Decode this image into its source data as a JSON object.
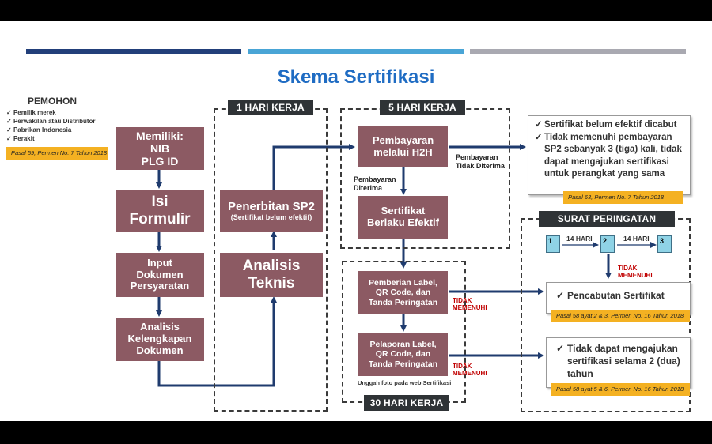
{
  "title": "Skema Sertifikasi",
  "colors": {
    "stripe1": "#223f7a",
    "stripe2": "#49a5d6",
    "stripe3": "#a9a9b1",
    "box": "#8c5a63",
    "arrow": "#1f3b6e",
    "pasal": "#f4b122"
  },
  "pemohon": {
    "heading": "PEMOHON",
    "items": [
      "Pemilik merek",
      "Perwakilan atau Distributor",
      "Pabrikan Indonesia",
      "Perakit"
    ],
    "pasal": "Pasal 59, Permen No. 7 Tahun 2018"
  },
  "columns": {
    "col1": "1 HARI KERJA",
    "col2": "5 HARI KERJA",
    "col3": "30 HARI KERJA",
    "warning": "SURAT PERINGATAN"
  },
  "boxes": {
    "memiliki": [
      "Memiliki:",
      "NIB",
      "PLG ID"
    ],
    "isi": [
      "Isi",
      "Formulir"
    ],
    "input": [
      "Input",
      "Dokumen",
      "Persyaratan"
    ],
    "analisis_kelengkapan": [
      "Analisis",
      "Kelengkapan",
      "Dokumen"
    ],
    "analisis_teknis": [
      "Analisis",
      "Teknis"
    ],
    "penerbitan": {
      "main": "Penerbitan SP2",
      "sub": "(Sertifikat belum efektif)"
    },
    "pembayaran": [
      "Pembayaran",
      "melalui H2H"
    ],
    "sertifikat": [
      "Sertifikat",
      "Berlaku Efektif"
    ],
    "pemberian": [
      "Pemberian Label,",
      "QR Code, dan",
      "Tanda Peringatan"
    ],
    "pelaporan": [
      "Pelaporan Label,",
      "QR Code, dan",
      "Tanda Peringatan"
    ]
  },
  "notes": {
    "tidak_diterima": [
      "Pembayaran",
      "Tidak Diterima"
    ],
    "diterima": [
      "Pembayaran",
      "Diterima"
    ],
    "unggah": "Unggah foto pada web Sertifikasi",
    "tidak_memenuhi": [
      "TIDAK",
      "MEMENUHI"
    ]
  },
  "results": {
    "r1": {
      "items": [
        "Sertifikat belum efektif dicabut",
        "Tidak memenuhi pembayaran SP2 sebanyak 3 (tiga) kali, tidak dapat mengajukan sertifikasi untuk perangkat yang sama"
      ],
      "pasal": "Pasal 63, Permen No. 7 Tahun 2018"
    },
    "r2": {
      "items": [
        "Pencabutan Sertifikat"
      ],
      "pasal": "Pasal 58 ayat 2 & 3, Permen No. 16 Tahun 2018"
    },
    "r3": {
      "items": [
        "Tidak dapat mengajukan sertifikasi selama 2 (dua) tahun"
      ],
      "pasal": "Pasal 58 ayat 5 & 6, Permen No. 16 Tahun 2018"
    }
  },
  "warning": {
    "docs": [
      "1",
      "2",
      "3"
    ],
    "gaps": [
      "14 HARI",
      "14 HARI"
    ]
  }
}
